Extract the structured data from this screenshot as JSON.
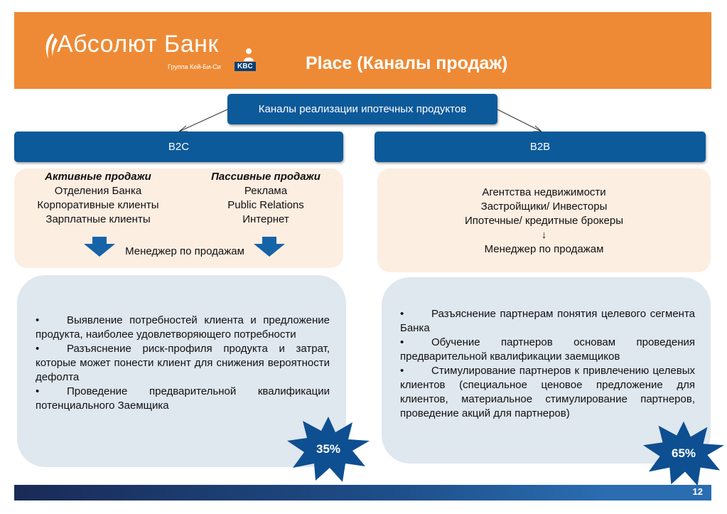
{
  "header": {
    "logo_name": "Абсолют Банк",
    "logo_sub": "Группа Кей-Би-Си",
    "logo_badge": "KBC",
    "title": "Place (Каналы продаж)"
  },
  "top_box": "Каналы реализации ипотечных продуктов",
  "b2c": {
    "label": "B2C",
    "active": {
      "heading": "Активные продажи",
      "items": [
        "Отделения Банка",
        "Корпоративные клиенты",
        "Зарплатные клиенты"
      ]
    },
    "passive": {
      "heading": "Пассивные продажи",
      "items": [
        "Реклама",
        "Public Relations",
        "Интернет"
      ]
    },
    "manager": "Менеджер по продажам",
    "bullets": [
      "Выявление потребностей клиента и предложение продукта, наиболее удовлетворяющего потребности",
      "Разъяснение риск-профиля продукта и затрат, которые может понести клиент для снижения вероятности дефолта",
      "Проведение предварительной квалификации потенциального Заемщика"
    ],
    "share": "35%"
  },
  "b2b": {
    "label": "B2B",
    "items": [
      "Агентства недвижимости",
      "Застройщики/ Инвесторы",
      "Ипотечные/ кредитные брокеры"
    ],
    "arrow": "↓",
    "manager": "Менеджер по продажам",
    "bullets": [
      "Разъяснение партнерам понятия целевого сегмента Банка",
      "Обучение партнеров основам проведения предварительной квалификации заемщиков",
      "Стимулирование партнеров к привлечению целевых клиентов (специальное ценовое предложение для клиентов, материальное стимулирование партнеров, проведение акций для партнеров)"
    ],
    "share": "65%"
  },
  "bullet_symbol": "•",
  "footer": {
    "page_number": "12"
  },
  "colors": {
    "header_orange": "#ee8a35",
    "bar_blue": "#0d5a9a",
    "star_blue": "#0d4f91",
    "peach": "#fdeee2",
    "grey_panel": "#dfe7ef"
  }
}
